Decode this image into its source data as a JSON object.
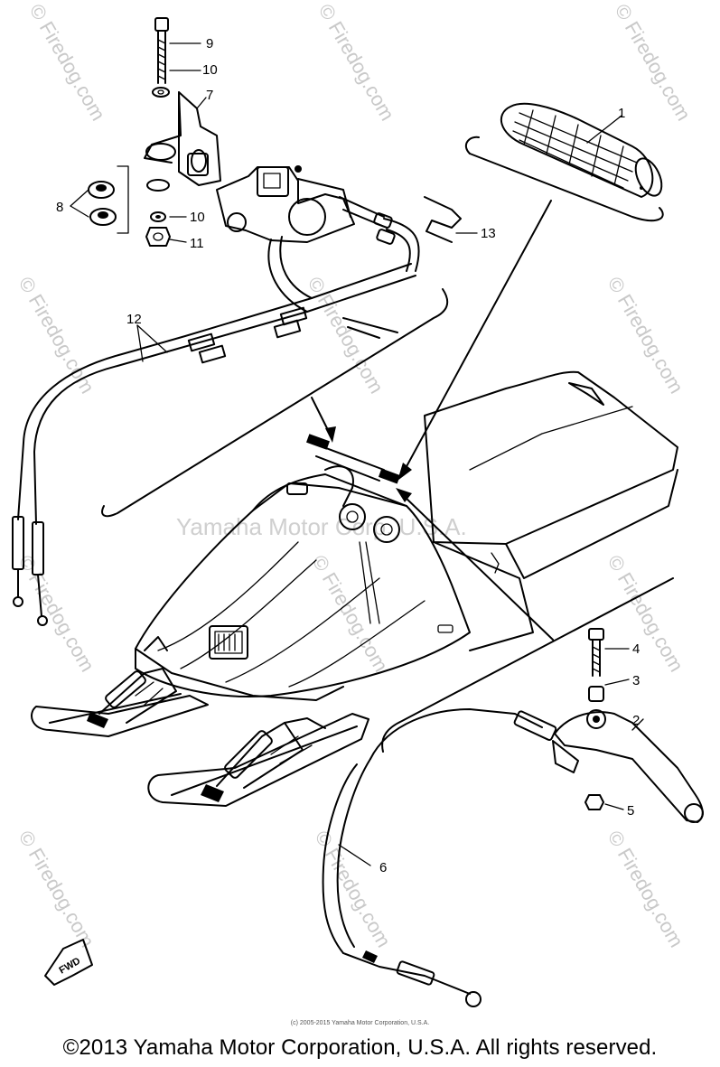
{
  "watermark": {
    "text": "© Firedog.com",
    "center_text": "Yamaha Motor Corp. U.S.A."
  },
  "callouts": [
    "1",
    "2",
    "3",
    "4",
    "5",
    "6",
    "7",
    "8",
    "9",
    "10",
    "10",
    "11",
    "12",
    "13"
  ],
  "fwd_label": "FWD",
  "small_copyright": "(c) 2005-2015 Yamaha Motor Corporation, U.S.A.",
  "footer_copyright": "©2013 Yamaha Motor Corporation, U.S.A. All rights reserved."
}
